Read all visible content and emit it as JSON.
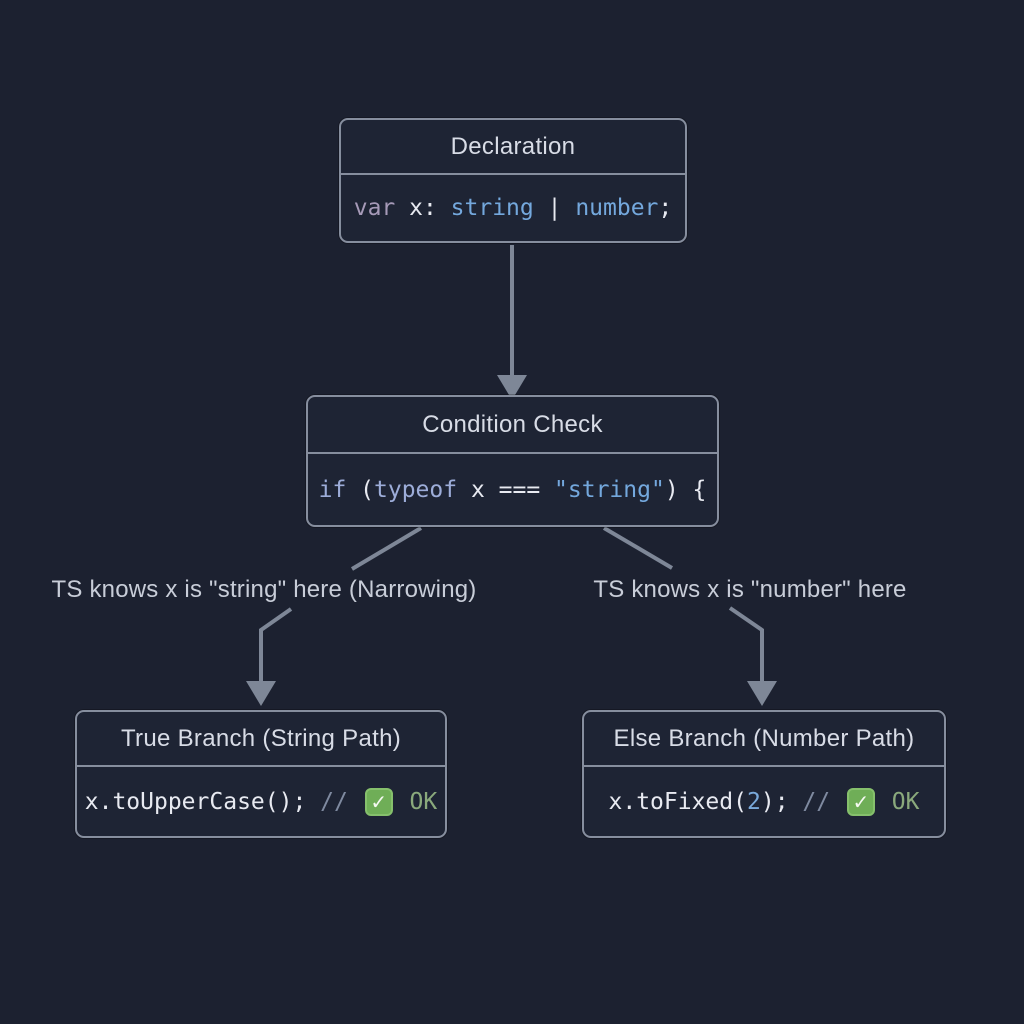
{
  "nodes": {
    "declaration": {
      "title": "Declaration",
      "code_tokens": [
        {
          "text": "var ",
          "type": "var"
        },
        {
          "text": "x: ",
          "type": "plain"
        },
        {
          "text": "string",
          "type": "type"
        },
        {
          "text": " | ",
          "type": "plain"
        },
        {
          "text": "number",
          "type": "type"
        },
        {
          "text": ";",
          "type": "plain"
        }
      ]
    },
    "condition": {
      "title": "Condition Check",
      "code_tokens": [
        {
          "text": "if ",
          "type": "keyword"
        },
        {
          "text": "(",
          "type": "plain"
        },
        {
          "text": "typeof ",
          "type": "keyword"
        },
        {
          "text": "x ",
          "type": "plain"
        },
        {
          "text": "=== ",
          "type": "plain"
        },
        {
          "text": "\"string\"",
          "type": "string"
        },
        {
          "text": ") {",
          "type": "plain"
        }
      ]
    },
    "true_branch": {
      "title": "True Branch (String Path)",
      "code_tokens": [
        {
          "text": "x.toUpperCase();",
          "type": "plain"
        },
        {
          "text": " // ",
          "type": "comment"
        },
        {
          "text": "✓",
          "type": "check"
        },
        {
          "text": " OK",
          "type": "ok"
        }
      ]
    },
    "else_branch": {
      "title": "Else Branch (Number Path)",
      "code_tokens": [
        {
          "text": "x.toFixed(",
          "type": "plain"
        },
        {
          "text": "2",
          "type": "number"
        },
        {
          "text": ");",
          "type": "plain"
        },
        {
          "text": " // ",
          "type": "comment"
        },
        {
          "text": "✓",
          "type": "check"
        },
        {
          "text": " OK",
          "type": "ok"
        }
      ]
    }
  },
  "edge_labels": {
    "left": "TS knows x is \"string\" here (Narrowing)",
    "right": "TS knows x is \"number\" here"
  },
  "colors": {
    "background": "#1c2130",
    "node_fill": "#1e2434",
    "node_border": "#868e9e",
    "arrow": "#7e8797",
    "header_text": "#d8dce6",
    "label_text": "#c8cdd8",
    "code_plain": "#e8eaf1",
    "code_keyword": "#9dadd9",
    "code_var": "#a69ab8",
    "code_type": "#74a8dd",
    "code_comment": "#7f8aa0",
    "ok_green": "#8aa97c",
    "check_badge_green": "#6fae57"
  }
}
